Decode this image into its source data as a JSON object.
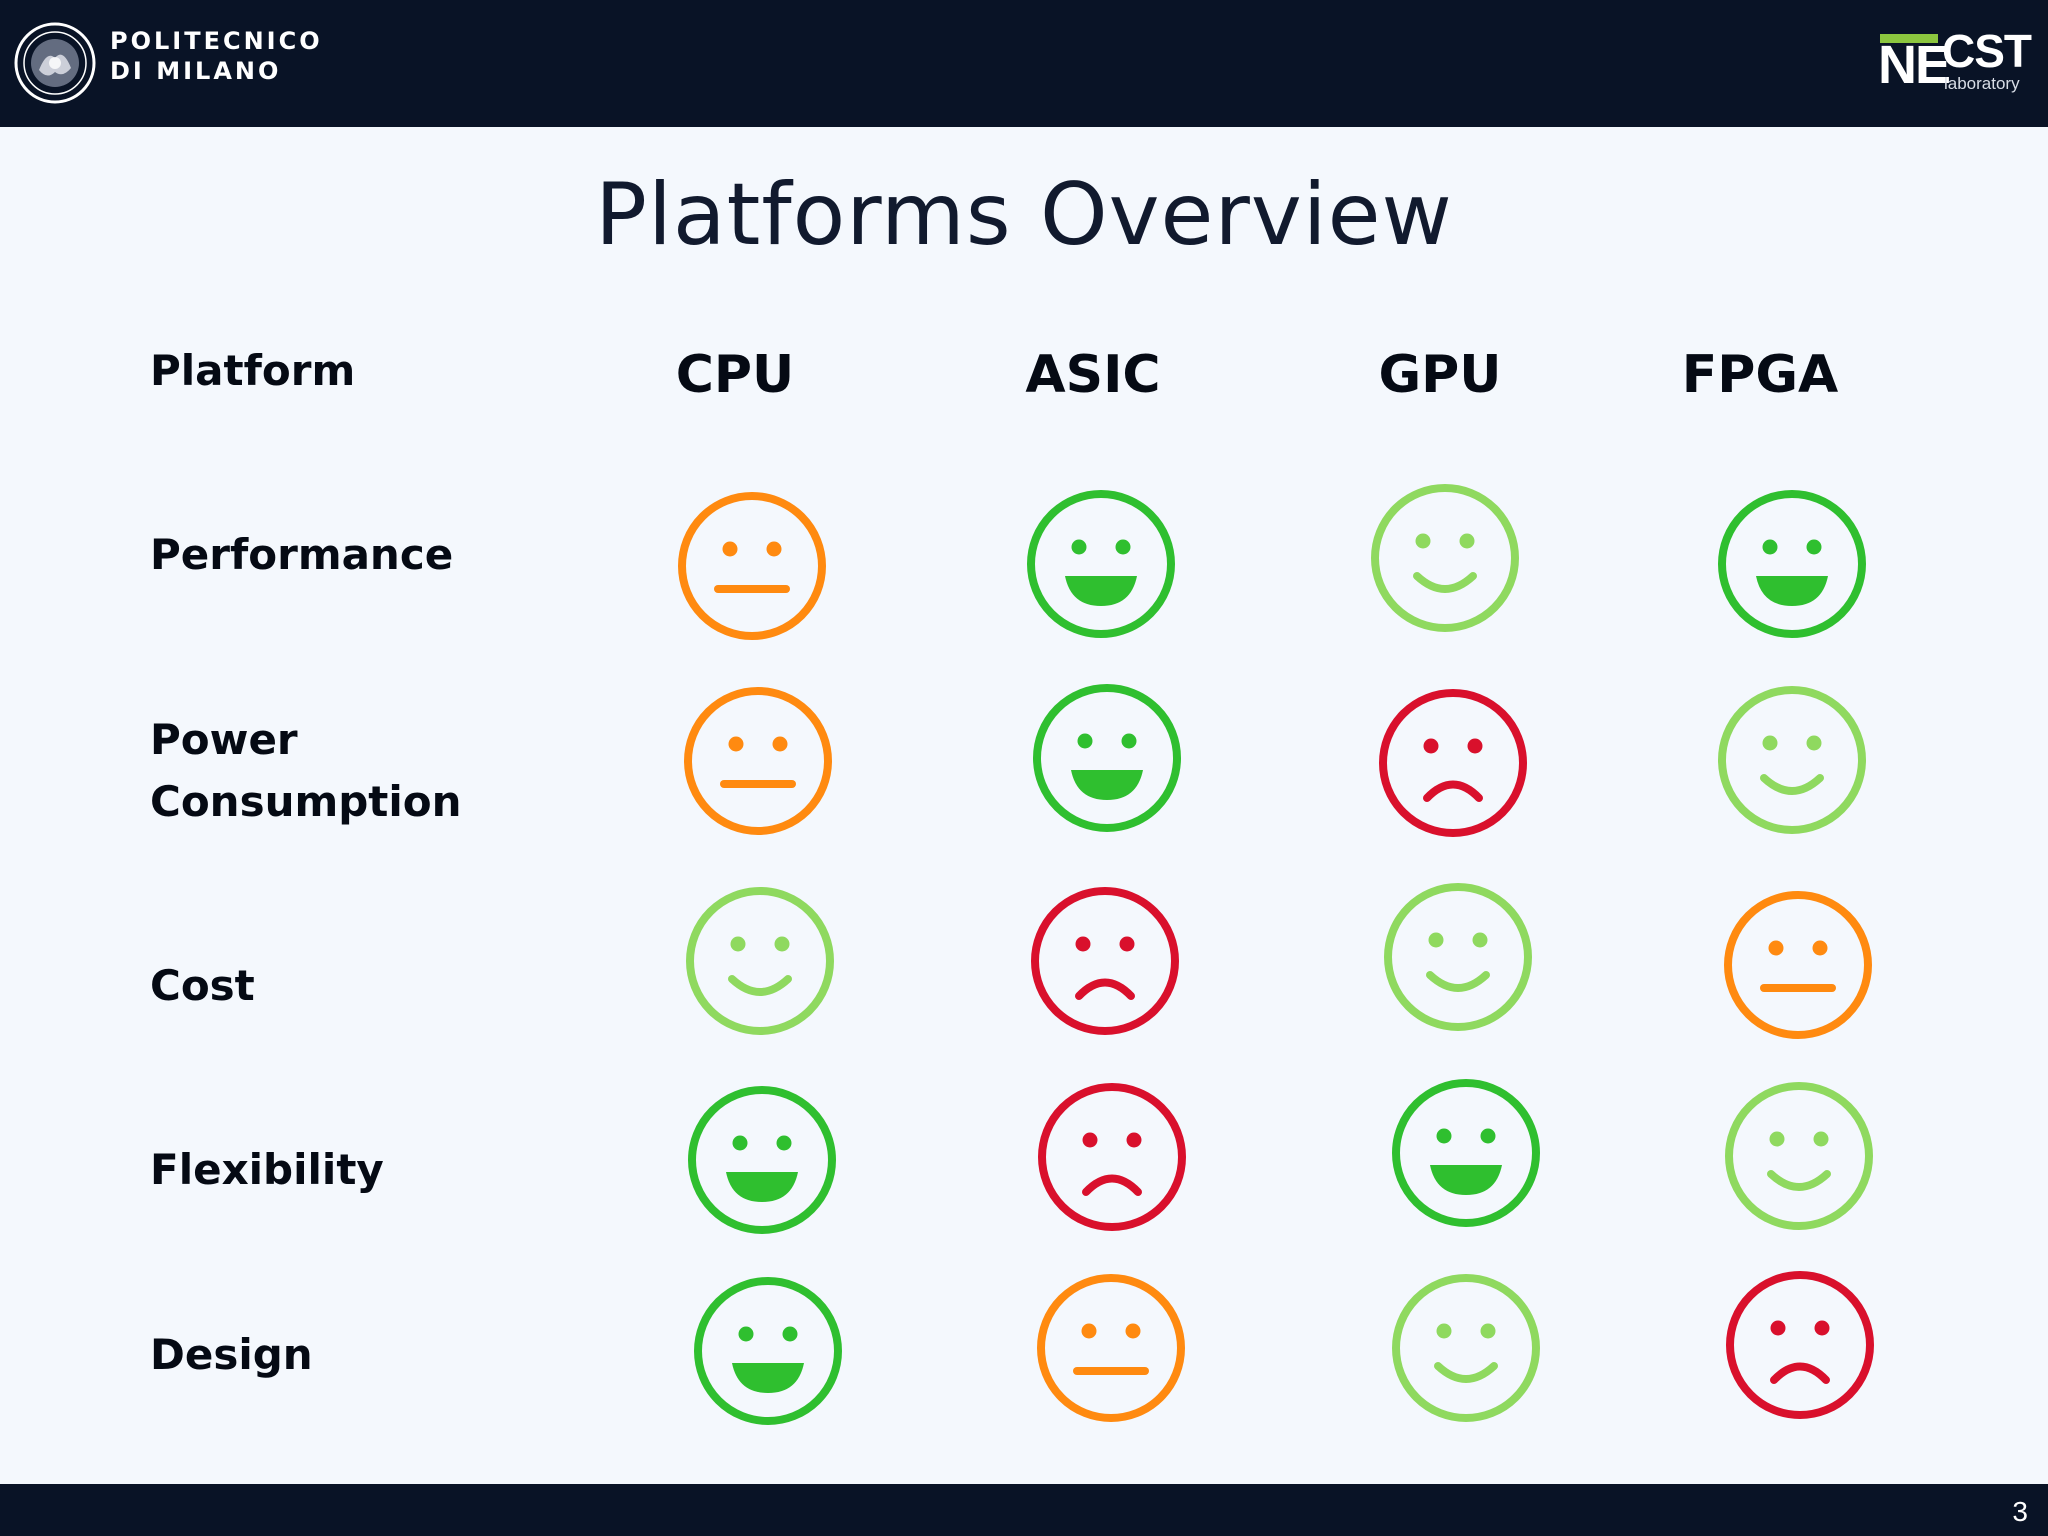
{
  "header": {
    "institution_line1": "POLITECNICO",
    "institution_line2": "DI MILANO",
    "lab_logo_main": "NE",
    "lab_logo_sub": "CST",
    "lab_logo_caption": "laboratory"
  },
  "slide": {
    "title": "Platforms Overview",
    "row_header": "Platform",
    "columns": [
      "CPU",
      "ASIC",
      "GPU",
      "FPGA"
    ],
    "rows": [
      {
        "label_line1": "Performance",
        "label_line2": "",
        "ratings": [
          "neutral",
          "very-happy",
          "happy",
          "very-happy"
        ]
      },
      {
        "label_line1": "Power",
        "label_line2": "Consumption",
        "ratings": [
          "neutral",
          "very-happy",
          "sad",
          "happy"
        ]
      },
      {
        "label_line1": "Cost",
        "label_line2": "",
        "ratings": [
          "happy",
          "sad",
          "happy",
          "neutral"
        ]
      },
      {
        "label_line1": "Flexibility",
        "label_line2": "",
        "ratings": [
          "very-happy",
          "sad",
          "very-happy",
          "happy"
        ]
      },
      {
        "label_line1": "Design",
        "label_line2": "",
        "ratings": [
          "very-happy",
          "neutral",
          "happy",
          "sad"
        ]
      }
    ],
    "rating_colors": {
      "very-happy": "#2fbf2f",
      "happy": "#8fd95f",
      "neutral": "#ff8a10",
      "sad": "#d9102c"
    }
  },
  "footer": {
    "page_number": "3"
  }
}
